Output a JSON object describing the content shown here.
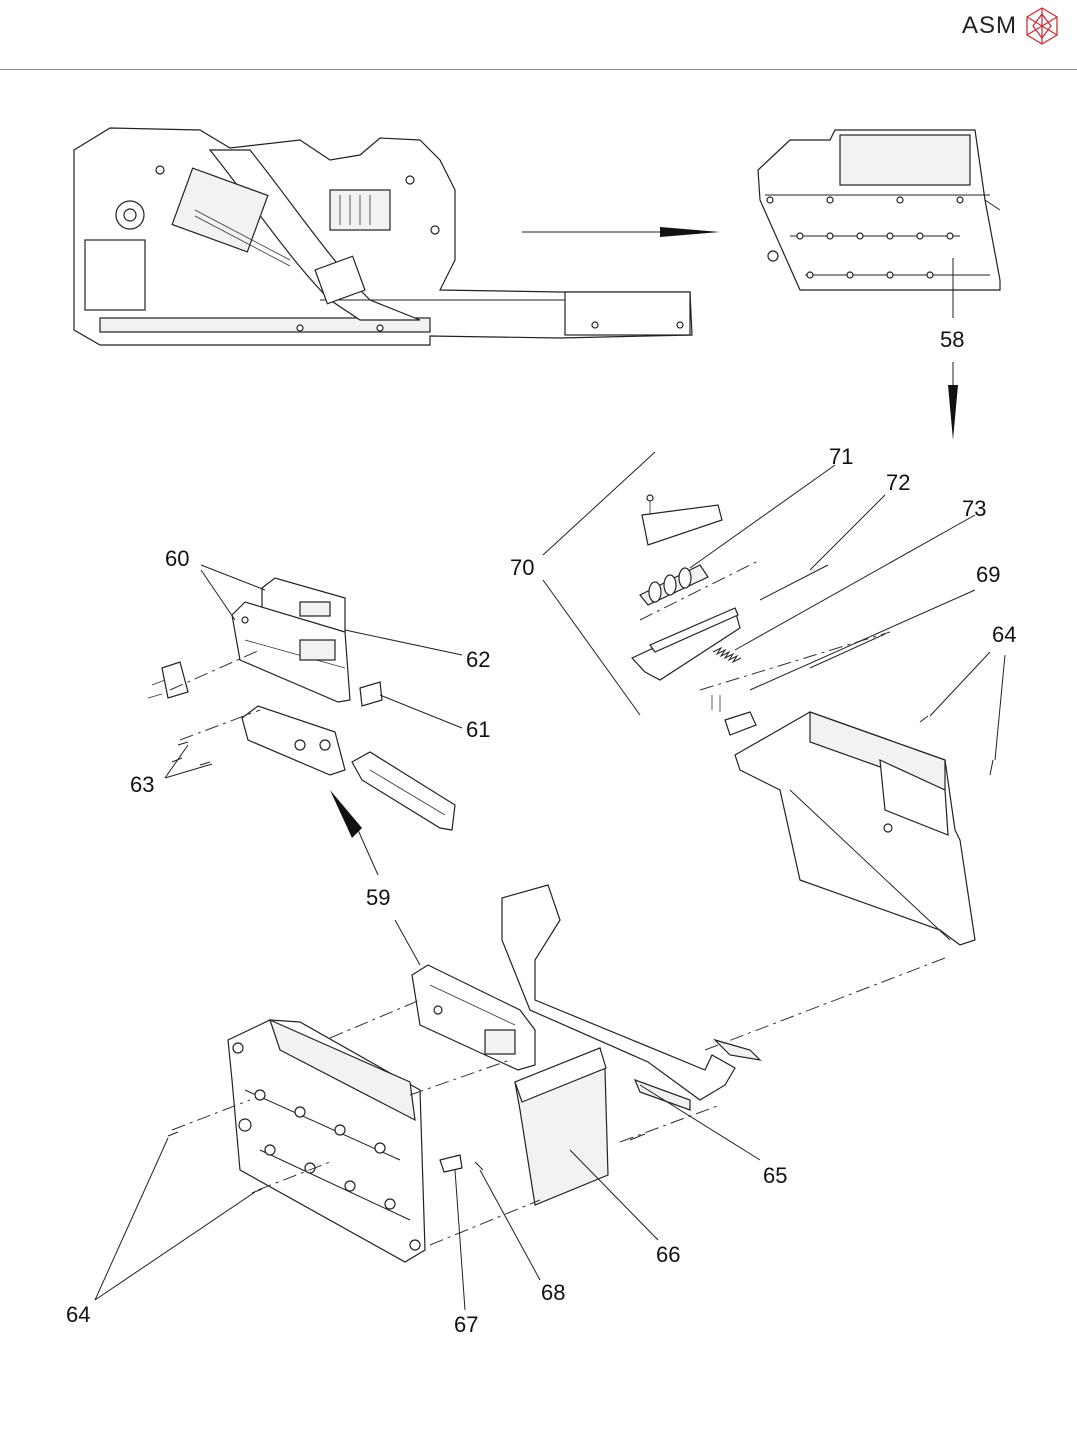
{
  "brand": {
    "name": "ASM",
    "logo_icon": "asm-cube-logo-icon",
    "accent": "#c8323c"
  },
  "callouts": {
    "c58": "58",
    "c59": "59",
    "c60": "60",
    "c61": "61",
    "c62": "62",
    "c63": "63",
    "c64a": "64",
    "c64b": "64",
    "c65": "65",
    "c66": "66",
    "c67": "67",
    "c68": "68",
    "c69": "69",
    "c70": "70",
    "c71": "71",
    "c72": "72",
    "c73": "73"
  }
}
